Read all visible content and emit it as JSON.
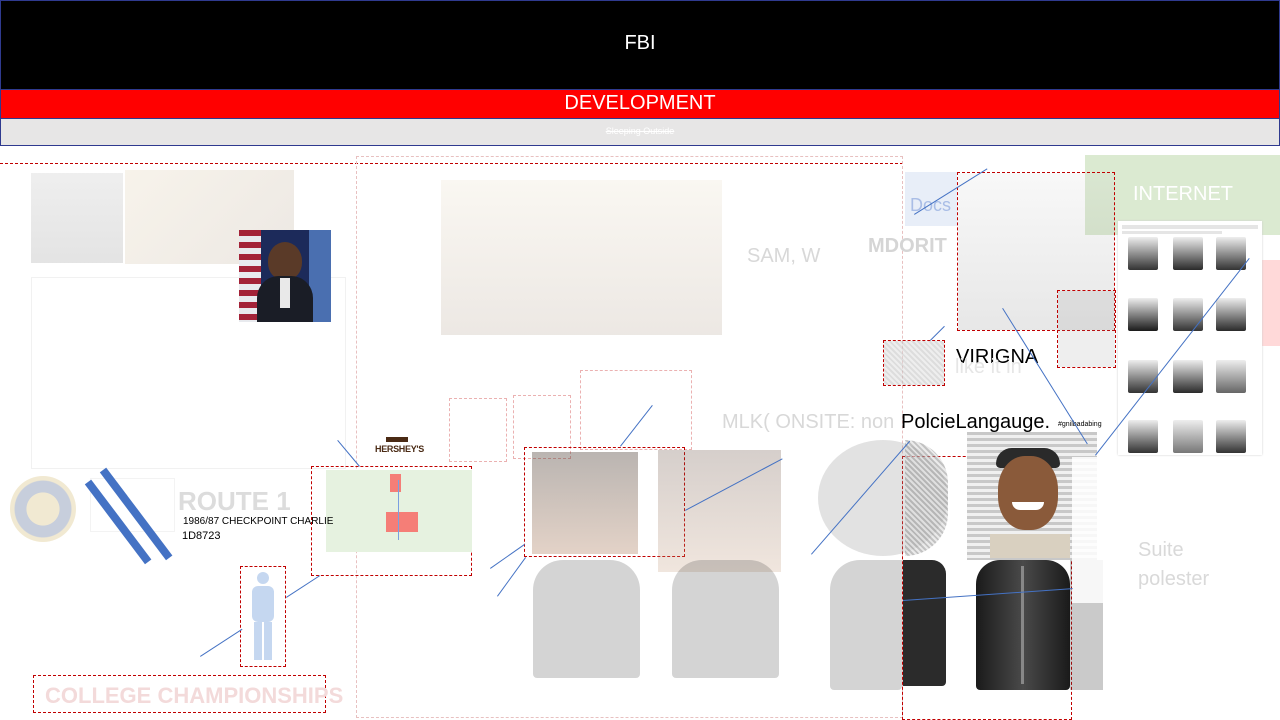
{
  "header": {
    "title": "FBI",
    "development_label": "DEVELOPMENT",
    "subtitle": "Sleeping Outside"
  },
  "labels": {
    "sam_w": "SAM, W",
    "docs": "Docs",
    "mdorit": "MDORIT",
    "internet": "INTERNET",
    "virigna": "VIRIGNA",
    "like_it": "like it in",
    "mlk_onsite": "MLK( ONSITE: non",
    "policie_language": "PolcieLangauge.",
    "tiny_tag": "#gnilbadabing",
    "route": "ROUTE 1",
    "checkpoint": "1986/87 CHECKPOINT CHARLIE",
    "checkpoint_code": "1D8723",
    "suite": "Suite polester",
    "hersheys": "HERSHEY'S",
    "bottom_box": "COLLEGE CHAMPIONSHIPS"
  },
  "colors": {
    "header_bg": "#000000",
    "dev_bg": "#ff0000",
    "sub_bg": "#e7e6e6",
    "frame_border": "#2f3a8f",
    "dash_red": "#c00000",
    "line_blue": "#4472c4",
    "internet_green": "#70ad47"
  },
  "icons": [
    "navy-seal-icon",
    "person-silhouette-icon",
    "hersheys-logo"
  ]
}
